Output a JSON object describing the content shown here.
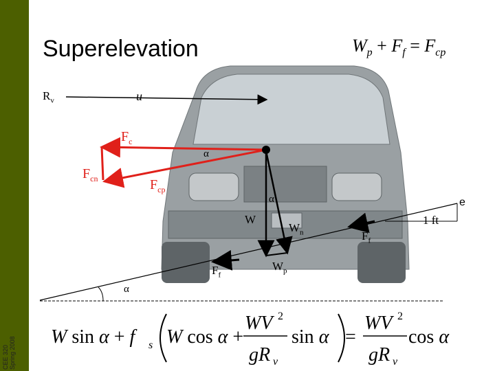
{
  "sidebar": {
    "course": "CEE 320",
    "term": "Spring 2008"
  },
  "title": "Superelevation",
  "top_equation": {
    "lhs1": "W",
    "lhs1_sub": "p",
    "plus": "+",
    "lhs2": "F",
    "lhs2_sub": "f",
    "eq": "=",
    "rhs": "F",
    "rhs_sub": "cp"
  },
  "labels": {
    "rv": "R",
    "rv_sub": "v",
    "u": "u",
    "fc": "F",
    "fc_sub": "c",
    "fcn": "F",
    "fcn_sub": "cn",
    "fcp": "F",
    "fcp_sub": "cp",
    "alpha_top": "α",
    "alpha_mid": "α",
    "alpha_ground": "α",
    "w": "W",
    "wn": "W",
    "wn_sub": "n",
    "wp": "W",
    "wp_sub": "p",
    "ff_left": "F",
    "ff_left_sub": "f",
    "ff_right": "F",
    "ff_right_sub": "f",
    "e": "e",
    "one_ft": "1 ft"
  },
  "bottom_equation": {
    "t1": "W sin α + f",
    "t1_sub": "s",
    "cos_term": "W cos α +",
    "num1": "WV",
    "exp1": "2",
    "den1": "gR",
    "den1_sub": "v",
    "sin_term": "sin α",
    "eq": "=",
    "num2": "WV",
    "exp2": "2",
    "den2": "gR",
    "den2_sub": "v",
    "cos_tail": "cos α"
  },
  "colors": {
    "sidebar": "#4c5f00",
    "force_red": "#e0201a",
    "vehicle": "#9aa0a3"
  }
}
